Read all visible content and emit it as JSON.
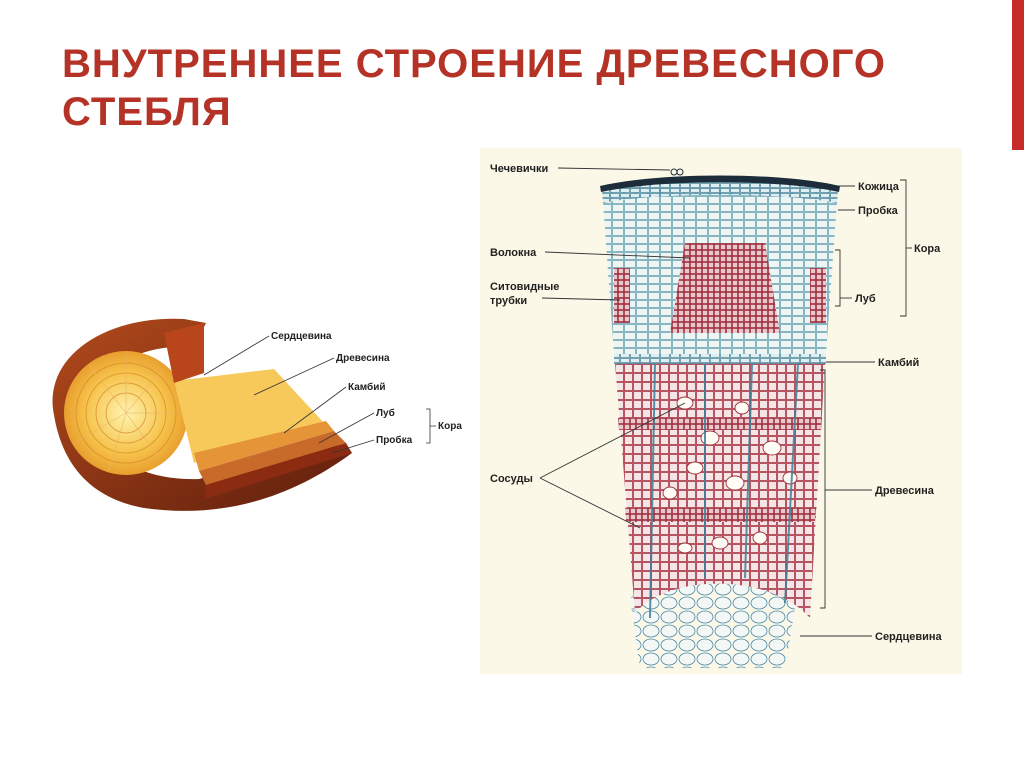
{
  "slide": {
    "title": "Внутреннее строение древесного стебля"
  },
  "colors": {
    "accent": "#c62b27",
    "title": "#b53227"
  },
  "left_diagram": {
    "labels": {
      "pith": "Сердцевина",
      "wood": "Древесина",
      "cambium": "Камбий",
      "phloem": "Луб",
      "cork": "Пробка",
      "bark": "Кора"
    }
  },
  "right_diagram": {
    "labels": {
      "lenticels": "Чечевички",
      "fibers": "Волокна",
      "sieve_tubes_1": "Ситовидные",
      "sieve_tubes_2": "трубки",
      "vessels": "Сосуды",
      "epidermis": "Кожица",
      "cork": "Пробка",
      "bark": "Кора",
      "phloem": "Луб",
      "cambium": "Камбий",
      "wood": "Древесина",
      "pith": "Сердцевина"
    }
  }
}
